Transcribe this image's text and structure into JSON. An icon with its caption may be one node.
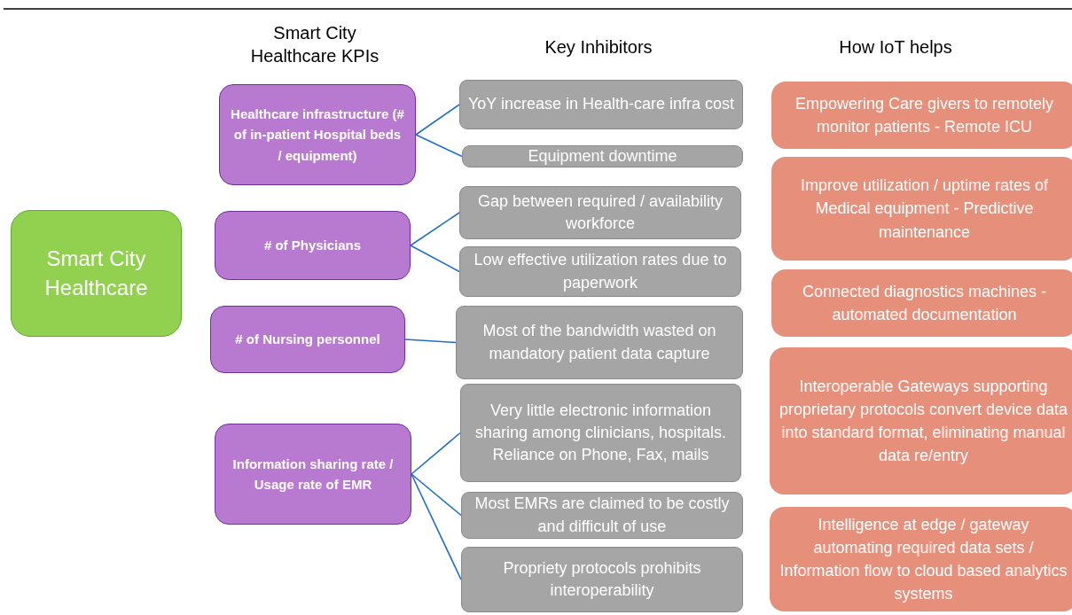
{
  "diagram": {
    "nodes": [
      {
        "text": [
          "Smart City Healthcare"
        ]
      },
      {
        "text": [
          "Healthcare infrastructure (# of in-patient Hospital beds / equipment)"
        ]
      },
      {
        "text": [
          "# of Physicians"
        ]
      },
      {
        "text": [
          "# of Nursing personnel"
        ]
      },
      {
        "text": [
          "Information sharing rate / Usage rate of EMR"
        ]
      },
      {
        "text": [
          "YoY increase in Health-care infra cost"
        ]
      },
      {
        "text": [
          "Equipment downtime"
        ]
      },
      {
        "text": [
          "Gap between required / availability workforce"
        ]
      },
      {
        "text": [
          "Low effective utilization rates due to paperwork"
        ]
      },
      {
        "text": [
          "Most of the bandwidth wasted on mandatory patient data capture"
        ]
      },
      {
        "text": [
          "Very little electronic information sharing among clinicians, hospitals. Reliance on Phone, Fax, mails"
        ]
      },
      {
        "text": [
          "Most EMRs are claimed to be costly and difficult of use"
        ]
      },
      {
        "text": [
          "Propriety protocols prohibits interoperability"
        ]
      },
      {
        "text": [
          "Empowering Care givers to remotely monitor patients  - Remote ICU"
        ]
      },
      {
        "text": [
          "Improve utilization / uptime rates of Medical equipment  - Predictive maintenance"
        ]
      },
      {
        "text": [
          "Connected diagnostics machines - automated documentation"
        ]
      },
      {
        "text": [
          "Interoperable Gateways supporting proprietary protocols convert device data into standard format, eliminating manual data re/entry"
        ]
      },
      {
        "text": [
          "Intelligence at edge / gateway automating required data sets / Information flow to cloud based analytics systems"
        ]
      }
    ],
    "edges": [
      {
        "from": 1,
        "to": 5,
        "arrow": "none"
      },
      {
        "from": 1,
        "to": 6,
        "arrow": "none"
      },
      {
        "from": 2,
        "to": 7,
        "arrow": "none"
      },
      {
        "from": 2,
        "to": 8,
        "arrow": "none"
      },
      {
        "from": 3,
        "to": 9,
        "arrow": "none"
      },
      {
        "from": 4,
        "to": 10,
        "arrow": "none"
      },
      {
        "from": 4,
        "to": 11,
        "arrow": "none"
      },
      {
        "from": 4,
        "to": 12,
        "arrow": "none"
      }
    ],
    "labels": [
      "Smart City Healthcare KPIs",
      "Key Inhibitors",
      "How IoT helps"
    ]
  }
}
